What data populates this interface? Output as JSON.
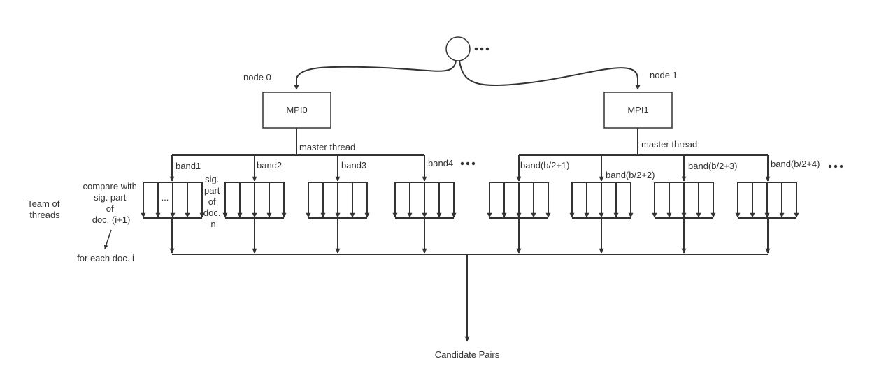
{
  "nodes": {
    "node0_label": "node 0",
    "node1_label": "node 1",
    "mpi0": "MPI0",
    "mpi1": "MPI1"
  },
  "master_thread_left": "master thread",
  "master_thread_right": "master thread",
  "bands": [
    {
      "label": "band1"
    },
    {
      "label": "band2"
    },
    {
      "label": "band3"
    },
    {
      "label": "band4"
    },
    {
      "label": "band(b/2+1)"
    },
    {
      "label": "band(b/2+2)"
    },
    {
      "label": "band(b/2+3)"
    },
    {
      "label": "band(b/2+4)"
    }
  ],
  "team_label": [
    "Team of",
    "threads"
  ],
  "compare_label": [
    "compare with",
    "sig. part",
    "of",
    "doc. (i+1)"
  ],
  "sig_label": [
    "sig.",
    "part",
    "of",
    "doc.",
    "n"
  ],
  "ellipsis": "...",
  "for_each": "for each doc. i",
  "candidate_pairs": "Candidate Pairs"
}
